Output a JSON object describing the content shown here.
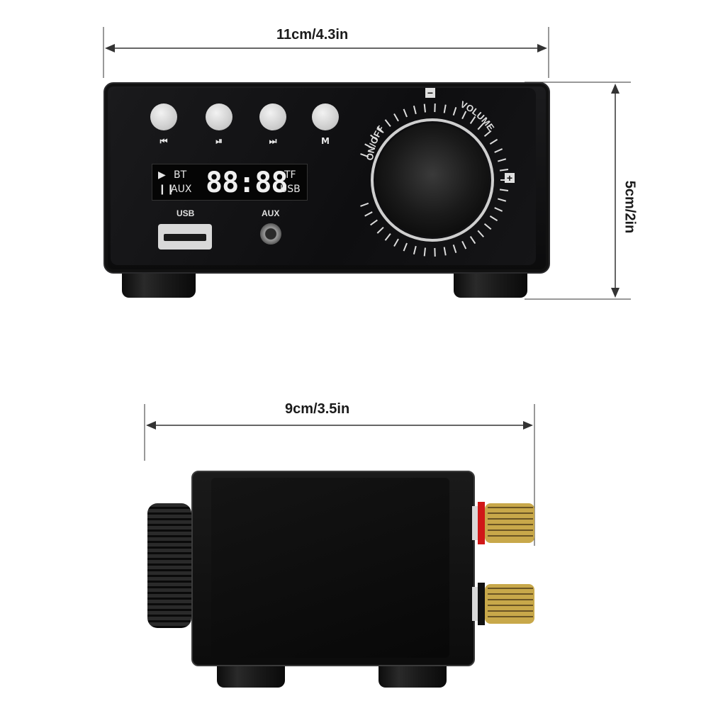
{
  "dimensions": {
    "front_width": "11cm/4.3in",
    "height": "5cm/2in",
    "side_depth": "9cm/3.5in"
  },
  "front_panel": {
    "button_icons": [
      "⏮",
      "⏯",
      "⏭",
      "M"
    ],
    "display": {
      "play_label": "BT",
      "pause_label": "AUX",
      "clock": "88:88",
      "tf_label": "TF",
      "usb_label": "USB"
    },
    "usb_port_label": "USB",
    "aux_port_label": "AUX",
    "knob": {
      "on_off_label": "ON/OFF",
      "volume_label": "VOLUME",
      "minus_label": "−",
      "plus_label": "+"
    }
  },
  "colors": {
    "body": "#0c0c0c",
    "button": "#d0d0d0",
    "terminal_red": "#d01818",
    "terminal_black": "#111111",
    "terminal_gold": "#c8a84a"
  }
}
